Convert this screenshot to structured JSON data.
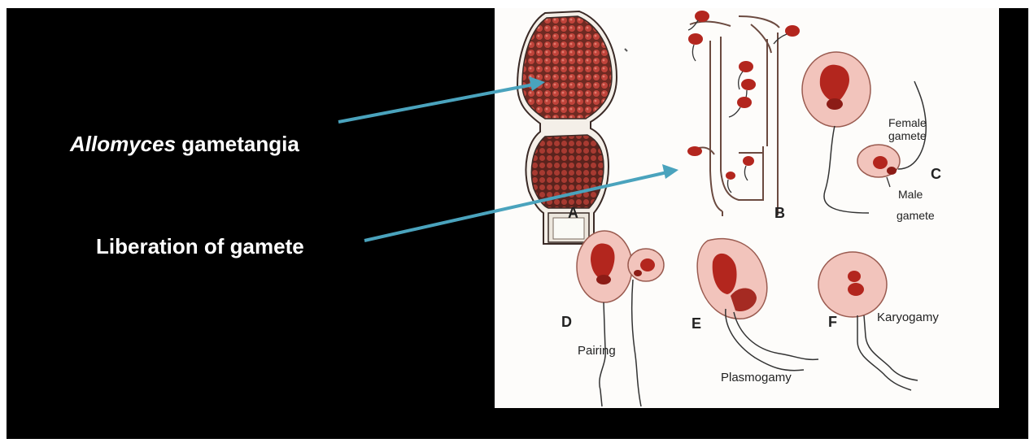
{
  "slide": {
    "background": "#000000",
    "captions": {
      "gametangia": {
        "italic": "Allomyces",
        "rest": " gametangia"
      },
      "liberation": "Liberation of gamete"
    },
    "arrow_color": "#4aa3bd"
  },
  "figure": {
    "panel_letters": {
      "a": "A",
      "b": "B",
      "c": "C",
      "d": "D",
      "e": "E",
      "f": "F"
    },
    "labels": {
      "female_gamete_1": "Female",
      "female_gamete_2": "gamete",
      "male_gamete_1": "Male",
      "male_gamete_2": "gamete",
      "pairing": "Pairing",
      "plasmogamy": "Plasmogamy",
      "karyogamy": "Karyogamy"
    },
    "colors": {
      "cell_fill": "#f2c4bc",
      "nucleus": "#b3261e",
      "wall": "#6b4a40",
      "ink": "#222222"
    }
  }
}
